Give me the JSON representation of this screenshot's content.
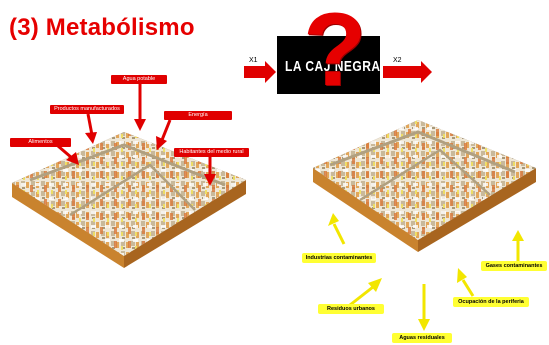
{
  "title": "(3) Metabólismo",
  "black_box": {
    "text": "LA CAJ  NEGRA",
    "question_mark": "?"
  },
  "input_label": "X1",
  "output_label": "X2",
  "inputs": [
    "Agua potable",
    "Productos manufacturados",
    "Energía",
    "Alimentos",
    "Habitantes del medio rural"
  ],
  "outputs": [
    "Industrias contaminantes",
    "Gases contaminantes",
    "Residuos urbanos",
    "Ocupación de la periferia",
    "Aguas residuales"
  ],
  "colors": {
    "title": "#e60000",
    "input_arrows": "#e00000",
    "output_arrows": "#ffee00",
    "box": "#000000"
  }
}
